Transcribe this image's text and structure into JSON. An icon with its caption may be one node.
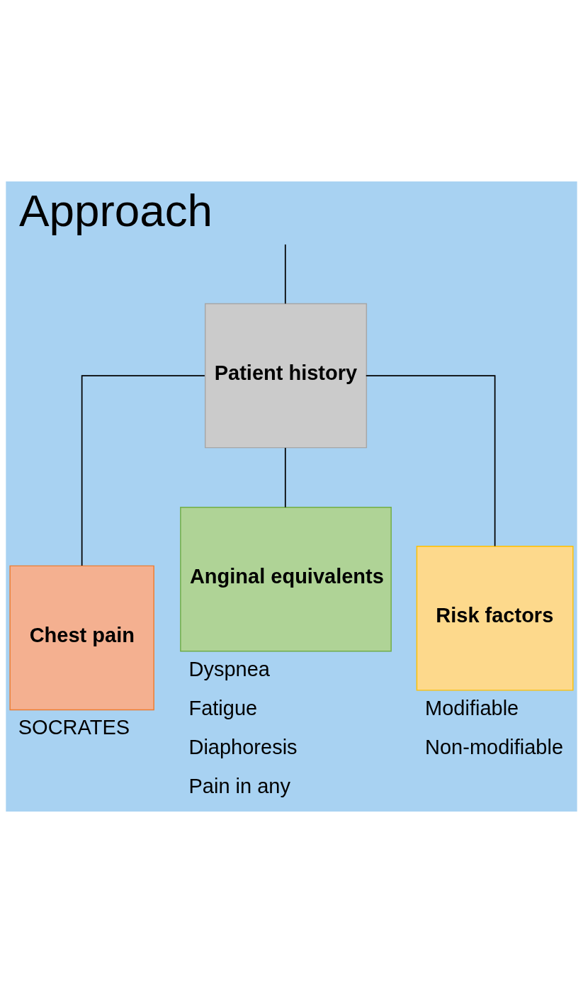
{
  "diagram": {
    "title": "Approach",
    "nodes": [
      {
        "text": [
          "Patient history"
        ]
      },
      {
        "text": [
          "Chest pain"
        ],
        "beside": [
          "SOCRATES"
        ]
      },
      {
        "text": [
          "Anginal equivalents"
        ],
        "beside": [
          "Dyspnea",
          "Fatigue",
          "Diaphoresis",
          "Pain in any"
        ]
      },
      {
        "text": [
          "Risk factors"
        ],
        "beside": [
          "Modifiable",
          "Non-modifiable"
        ]
      }
    ],
    "edges": [
      {
        "from": null,
        "to": 0,
        "arrow": "none"
      },
      {
        "from": 0,
        "to": 1,
        "arrow": "none"
      },
      {
        "from": 0,
        "to": 2,
        "arrow": "none"
      },
      {
        "from": 0,
        "to": 3,
        "arrow": "none"
      }
    ]
  }
}
